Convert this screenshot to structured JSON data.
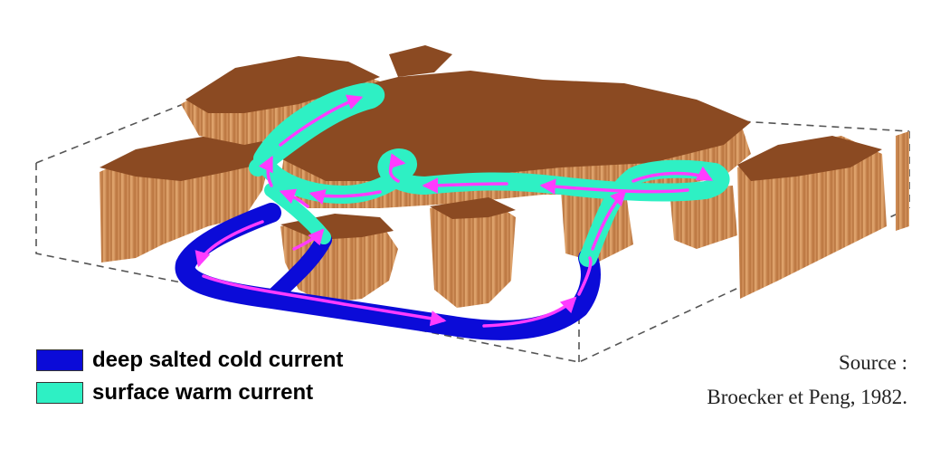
{
  "legend": [
    {
      "label": "deep salted cold current",
      "color": "#0b0bd8"
    },
    {
      "label": "surface warm current",
      "color": "#2ef0c4"
    }
  ],
  "source": {
    "label": "Source :",
    "citation": "Broecker et Peng, 1982."
  },
  "colors": {
    "land_top": "#8b4a22",
    "land_side": "#d4915a",
    "deep_current": "#0b0bd8",
    "surface_current": "#2ef0c4",
    "flow_arrow": "#ff3cff",
    "box_outline": "#555555"
  }
}
